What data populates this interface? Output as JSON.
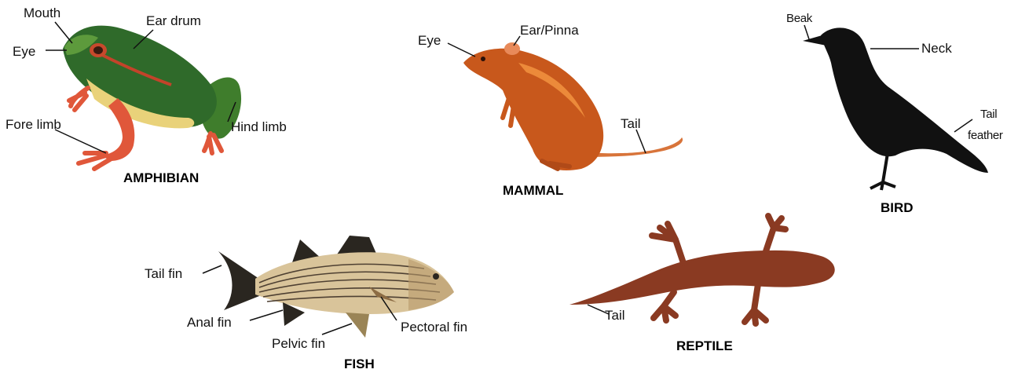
{
  "animals": {
    "amphibian": {
      "title": "AMPHIBIAN",
      "labels": {
        "mouth": "Mouth",
        "ear_drum": "Ear drum",
        "eye": "Eye",
        "fore_limb": "Fore limb",
        "hind_limb": "Hind limb"
      }
    },
    "mammal": {
      "title": "MAMMAL",
      "labels": {
        "eye": "Eye",
        "ear": "Ear/Pinna",
        "tail": "Tail"
      }
    },
    "bird": {
      "title": "BIRD",
      "labels": {
        "beak": "Beak",
        "neck": "Neck",
        "tail_feather_1": "Tail",
        "tail_feather_2": "feather"
      }
    },
    "fish": {
      "title": "FISH",
      "labels": {
        "tail_fin": "Tail fin",
        "anal_fin": "Anal fin",
        "pelvic_fin": "Pelvic fin",
        "pectoral_fin": "Pectoral fin"
      }
    },
    "reptile": {
      "title": "REPTILE",
      "labels": {
        "tail": "Tail"
      }
    }
  },
  "colors": {
    "frog_body": "#2f6a2a",
    "frog_belly": "#e9d27a",
    "frog_limb": "#e0573a",
    "rat_body": "#c8581c",
    "rat_light": "#ec8a3a",
    "crow": "#111111",
    "fish_body": "#d9c49a",
    "fish_dark": "#2a2620",
    "fish_stripe": "#4e4032",
    "gecko": "#8a3a22"
  }
}
